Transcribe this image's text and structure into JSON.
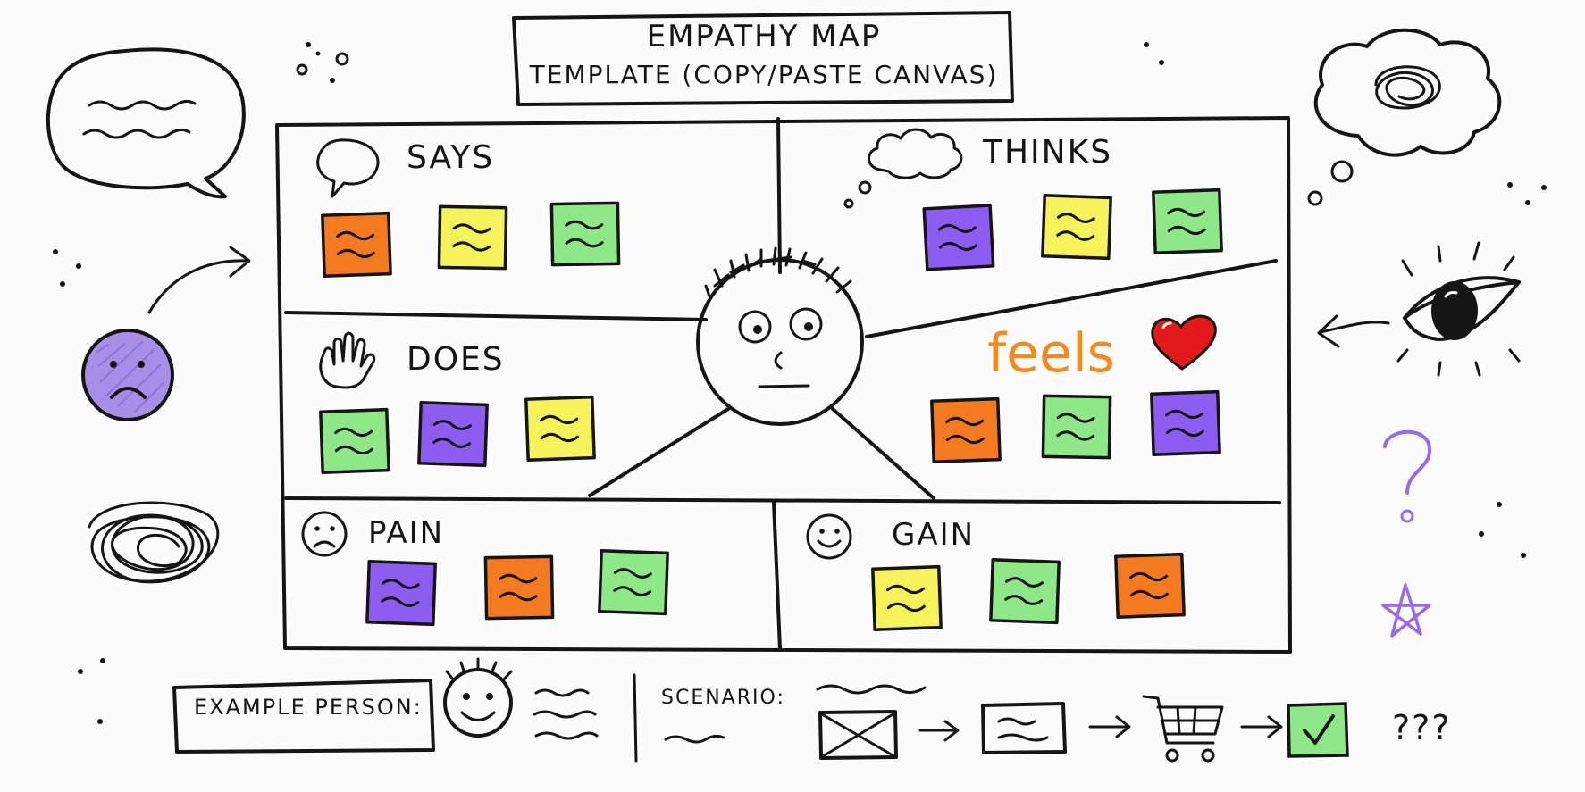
{
  "title": {
    "line1": "EMPATHY MAP",
    "line2": "TEMPLATE (COPY/PASTE CANVAS)"
  },
  "quadrants": {
    "says": {
      "label": "SAYS",
      "icon": "speech-bubble-icon",
      "notes": [
        "orange",
        "yellow",
        "green"
      ]
    },
    "thinks": {
      "label": "THINKS",
      "icon": "thought-cloud-icon",
      "notes": [
        "purple",
        "yellow",
        "green"
      ]
    },
    "does": {
      "label": "DOES",
      "icon": "hand-icon",
      "notes": [
        "green",
        "purple",
        "yellow"
      ]
    },
    "feels": {
      "label": "feels",
      "icon": "heart-icon",
      "notes": [
        "orange",
        "green",
        "purple"
      ]
    },
    "pain": {
      "label": "PAIN",
      "icon": "sad-face-icon",
      "notes": [
        "purple",
        "orange",
        "green"
      ]
    },
    "gain": {
      "label": "GAIN",
      "icon": "happy-face-icon",
      "notes": [
        "yellow",
        "green",
        "orange"
      ]
    }
  },
  "footer": {
    "person_label": "EXAMPLE PERSON:",
    "scenario_label": "SCENARIO:",
    "end_marks": "???"
  },
  "colors": {
    "orange": "#f47a1f",
    "yellow": "#f5f25a",
    "green": "#8fe887",
    "purple": "#8d5cf0",
    "feels_text": "#f5891e",
    "heart": "#e3191b",
    "lavender": "#a98ee8",
    "doodle_purple": "#9a6ae8"
  },
  "icons": {
    "side_left": [
      "speech-bubble-icon",
      "sad-face-icon",
      "scribble-icon",
      "arrow-right-icon"
    ],
    "side_right": [
      "thought-cloud-icon",
      "eye-icon",
      "arrow-left-icon",
      "question-mark-icon",
      "star-icon"
    ],
    "flow": [
      "image-placeholder-icon",
      "arrow-right-icon",
      "text-card-icon",
      "shopping-cart-icon",
      "checkmark-icon"
    ]
  }
}
